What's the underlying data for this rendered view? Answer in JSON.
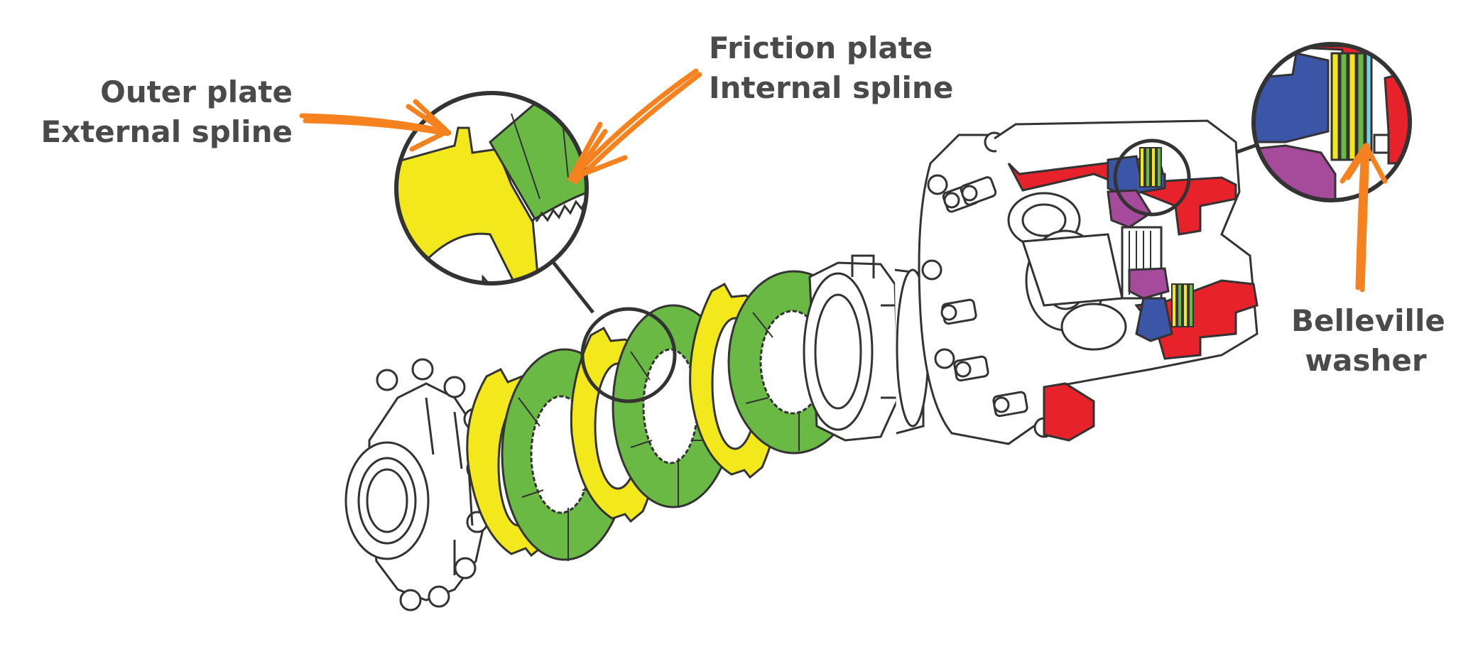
{
  "labels": {
    "outer_plate": {
      "line1": "Outer plate",
      "line2": "External spline"
    },
    "friction_plate": {
      "line1": "Friction plate",
      "line2": "Internal spline"
    },
    "belleville": {
      "line1": "Belleville",
      "line2": "washer"
    }
  },
  "colors": {
    "outer_plate": "#f2e81c",
    "friction_plate": "#69b944",
    "arrow": "#f5821f",
    "housing_cut": "#e8222a",
    "piston": "#3b56a6",
    "ramp": "#a64a9c",
    "belleville": "#7fd3e8",
    "outline": "#333333",
    "label_text": "#4a4a4a"
  }
}
